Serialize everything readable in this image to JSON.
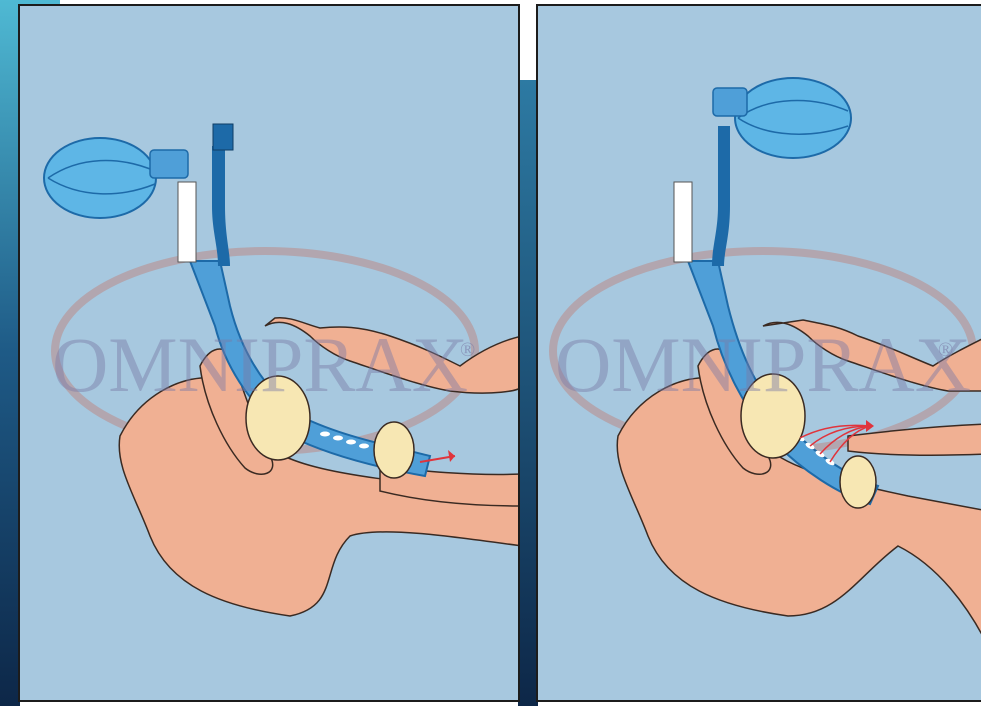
{
  "watermark": {
    "brand": "OMNIPRAX",
    "mark": "®"
  },
  "colors": {
    "background": "#a7c8df",
    "tissue": "#f0b093",
    "tube": "#4f9fd8",
    "tube_dark": "#1d6aa8",
    "cuff": "#f7e7b3",
    "bulb": "#5eb6e6",
    "watermark": "#b98f8f",
    "arrow": "#e0343c",
    "frame": "#1c1c1c"
  },
  "panels": [
    {
      "id": "left",
      "icon": "airway-tube-illustration-distal-outlet"
    },
    {
      "id": "right",
      "icon": "airway-tube-illustration-side-holes"
    }
  ]
}
